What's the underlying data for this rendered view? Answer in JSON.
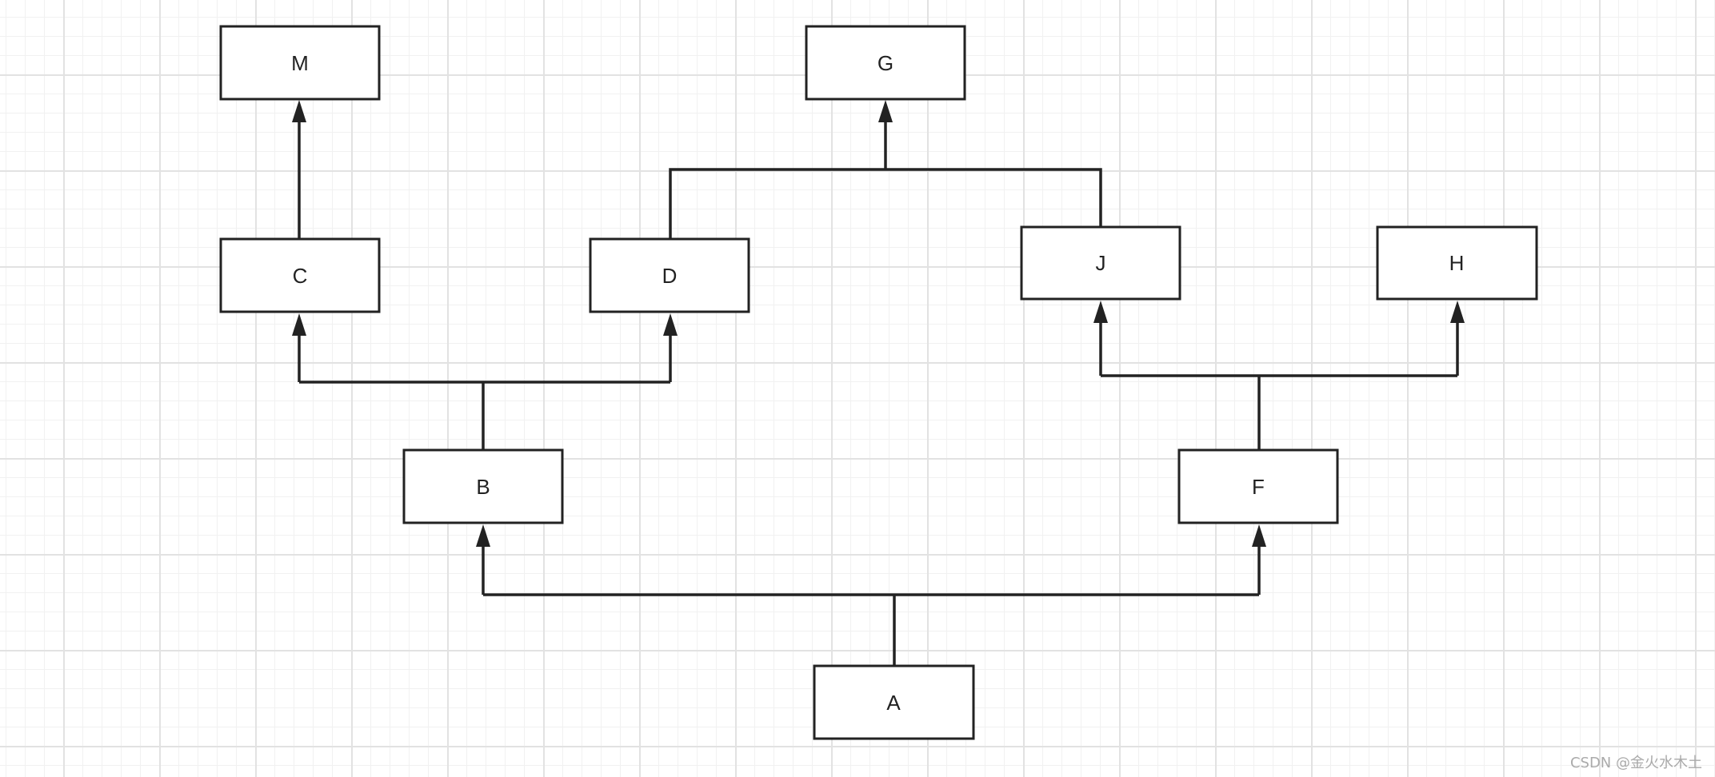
{
  "diagram": {
    "nodes": [
      {
        "id": "M",
        "label": "M"
      },
      {
        "id": "G",
        "label": "G"
      },
      {
        "id": "C",
        "label": "C"
      },
      {
        "id": "D",
        "label": "D"
      },
      {
        "id": "J",
        "label": "J"
      },
      {
        "id": "H",
        "label": "H"
      },
      {
        "id": "B",
        "label": "B"
      },
      {
        "id": "F",
        "label": "F"
      },
      {
        "id": "A",
        "label": "A"
      }
    ],
    "edges": [
      {
        "from": "A",
        "to": "B"
      },
      {
        "from": "A",
        "to": "F"
      },
      {
        "from": "B",
        "to": "C"
      },
      {
        "from": "B",
        "to": "D"
      },
      {
        "from": "C",
        "to": "M"
      },
      {
        "from": "D",
        "to": "G"
      },
      {
        "from": "J",
        "to": "G"
      },
      {
        "from": "F",
        "to": "J"
      },
      {
        "from": "F",
        "to": "H"
      }
    ],
    "colors": {
      "stroke": "#222222",
      "grid": "#e2e2e2",
      "background": "#ffffff"
    }
  },
  "watermark": "CSDN @金火水木土"
}
